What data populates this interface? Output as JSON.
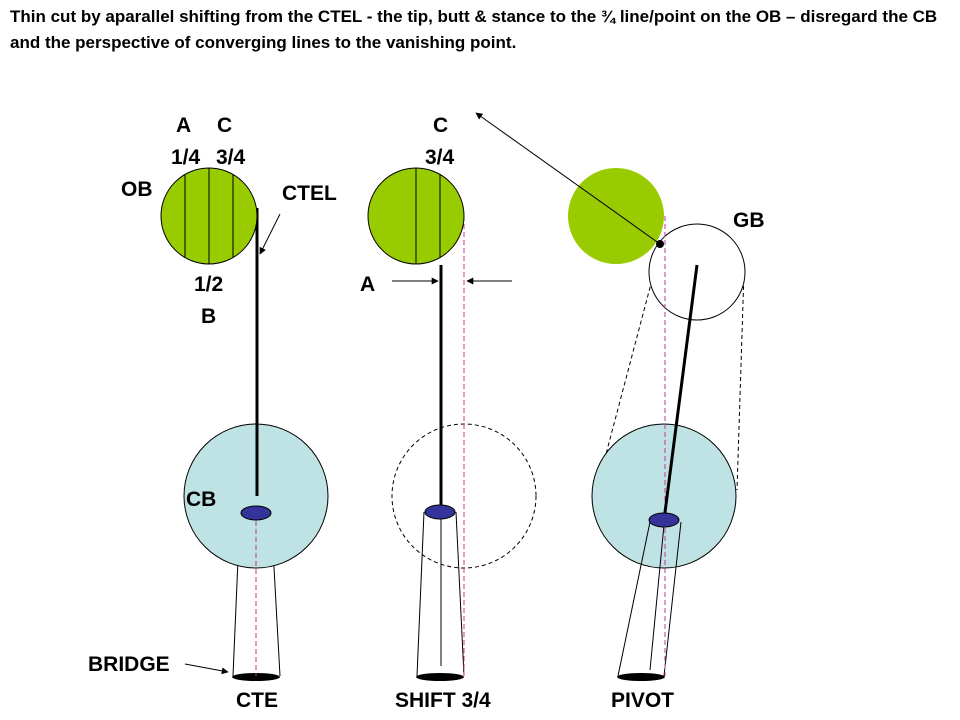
{
  "title": "Thin cut by aparallel shifting from the CTEL - the tip, butt & stance to the ¾ line/point on the OB – disregard the CB and the perspective of converging lines to the vanishing point.",
  "colors": {
    "object_ball": "#99CC00",
    "cue_ball": "#BFE2E4",
    "ferrule": "#333399",
    "guide_line": "#CC3399"
  },
  "panel1": {
    "label_a": "A",
    "label_c": "C",
    "label_quarter": "1/4",
    "label_three_quarter": "3/4",
    "label_ob": "OB",
    "label_ctel": "CTEL",
    "label_half": "1/2",
    "label_b": "B",
    "label_cb": "CB",
    "label_bridge": "BRIDGE",
    "caption": "CTE"
  },
  "panel2": {
    "label_c": "C",
    "label_three_quarter": "3/4",
    "label_a": "A",
    "caption": "SHIFT 3/4"
  },
  "panel3": {
    "label_gb": "GB",
    "caption": "PIVOT"
  }
}
